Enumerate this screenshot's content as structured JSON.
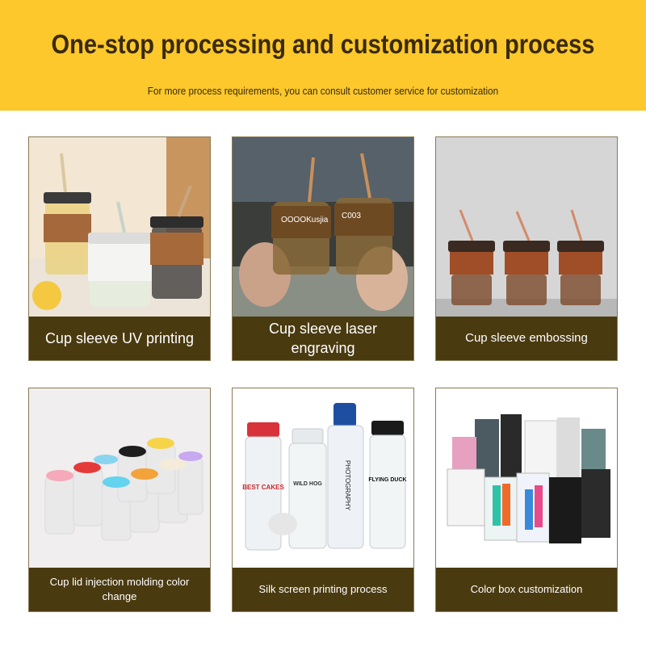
{
  "header": {
    "title": "One-stop processing and customization process",
    "subtitle": "For more process requirements, you can consult customer service for customization"
  },
  "cards": [
    {
      "caption": "Cup sleeve UV printing",
      "image": "cups-leather-sleeve-uv-print-photo"
    },
    {
      "caption": "Cup sleeve laser engraving",
      "image": "cups-held-up-laser-engraved-photo",
      "print_left": "OOOOKusjia",
      "print_right": "C003"
    },
    {
      "caption": "Cup sleeve embossing",
      "image": "three-cups-embossed-sleeve-photo"
    },
    {
      "caption": "Cup lid injection molding color change",
      "image": "glass-jars-colored-lids-photo"
    },
    {
      "caption": "Silk screen printing process",
      "image": "printed-water-bottles-photo",
      "bottle_labels": [
        "BEST CAKES",
        "WILD HOG",
        "PHOTOGRAPHY",
        "FLYING DUCK"
      ]
    },
    {
      "caption": "Color box customization",
      "image": "colorful-gift-boxes-photo"
    }
  ],
  "colors": {
    "banner": "#fcc82b",
    "caption_bg": "#4a3a10",
    "title_text": "#3a2a0c"
  }
}
